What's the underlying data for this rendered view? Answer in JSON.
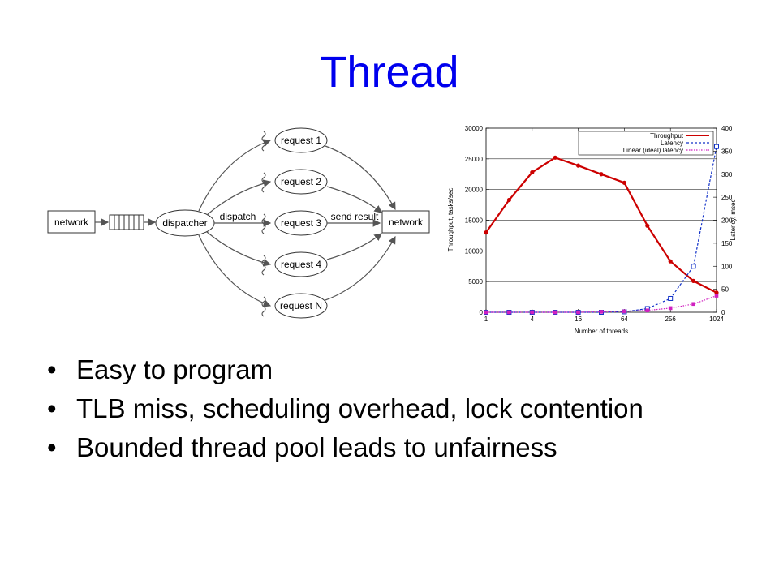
{
  "slide": {
    "title": "Thread",
    "bullets": [
      "Easy to program",
      "TLB miss, scheduling overhead, lock contention",
      "Bounded thread pool leads to unfairness"
    ]
  },
  "diagram": {
    "network_in": "network",
    "dispatcher": "dispatcher",
    "dispatch": "dispatch",
    "send_result": "send result",
    "network_out": "network",
    "requests": [
      "request 1",
      "request 2",
      "request 3",
      "request 4",
      "request N"
    ]
  },
  "chart_data": {
    "type": "line",
    "xlabel": "Number of threads",
    "ylabel": "Throughput, tasks/sec",
    "y2label": "Latency, msec",
    "x_ticks": [
      "1",
      "4",
      "16",
      "64",
      "256",
      "1024"
    ],
    "x_scale": "log2",
    "ylim": [
      0,
      30000
    ],
    "y_ticks": [
      "0",
      "5000",
      "10000",
      "15000",
      "20000",
      "25000",
      "30000"
    ],
    "y2lim": [
      0,
      400
    ],
    "y2_ticks": [
      "0",
      "50",
      "100",
      "150",
      "200",
      "250",
      "300",
      "350",
      "400"
    ],
    "grid": true,
    "legend_position": "top-right",
    "x": [
      1,
      2,
      4,
      8,
      16,
      32,
      64,
      128,
      256,
      512,
      1024
    ],
    "series": [
      {
        "name": "Throughput",
        "axis": "left",
        "color": "#cc0000",
        "style": "solid",
        "values": [
          13000,
          18300,
          22800,
          25200,
          23900,
          22500,
          21100,
          14100,
          8300,
          5100,
          3200
        ]
      },
      {
        "name": "Latency",
        "axis": "right",
        "color": "#1030c8",
        "style": "dashed",
        "values": [
          0,
          0,
          0,
          0,
          0,
          0,
          1,
          8,
          30,
          100,
          360
        ]
      },
      {
        "name": "Linear (ideal) latency",
        "axis": "right",
        "color": "#d020c0",
        "style": "dotted",
        "values": [
          0,
          0,
          0,
          0,
          0,
          1,
          2,
          4,
          9,
          18,
          36
        ]
      }
    ]
  }
}
